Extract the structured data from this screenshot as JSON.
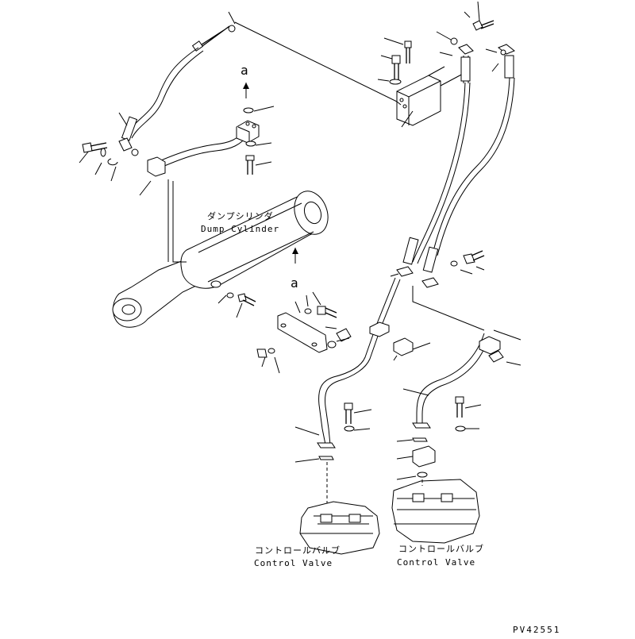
{
  "labels": {
    "dump_cylinder_jp": "ダンプシリンダ",
    "dump_cylinder_en": "Dump Cylinder",
    "control_valve_left_jp": "コントロールバルブ",
    "control_valve_left_en": "Control Valve",
    "control_valve_right_jp": "コントロールバルブ",
    "control_valve_right_en": "Control Valve",
    "view_marker_top": "a",
    "view_marker_mid": "a"
  },
  "drawing_code": "PV42551"
}
